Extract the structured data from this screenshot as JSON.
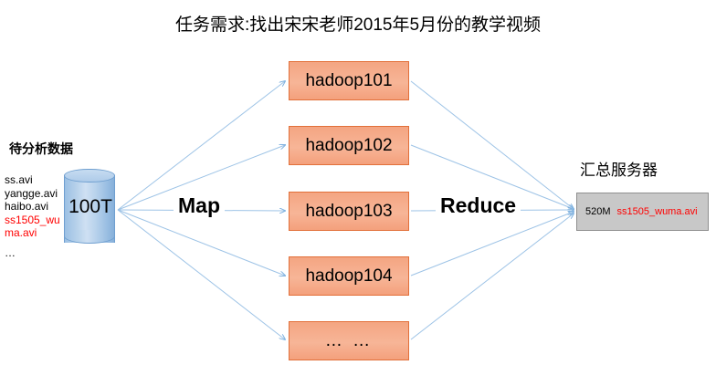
{
  "title": "任务需求:找出宋宋老师2015年5月份的教学视频",
  "source": {
    "label": "待分析数据",
    "files": [
      {
        "name": "ss.avi",
        "highlight": false
      },
      {
        "name": "yangge.avi",
        "highlight": false
      },
      {
        "name": "haibo.avi",
        "highlight": false
      },
      {
        "name": "ss1505_wuma.avi",
        "highlight": true
      }
    ],
    "ellipsis": "…",
    "storage_size": "100T"
  },
  "stages": {
    "map_label": "Map",
    "reduce_label": "Reduce"
  },
  "nodes": [
    {
      "label": "hadoop101"
    },
    {
      "label": "hadoop102"
    },
    {
      "label": "hadoop103"
    },
    {
      "label": "hadoop104"
    },
    {
      "label": "… …"
    }
  ],
  "result": {
    "label": "汇总服务器",
    "size": "520M",
    "file": "ss1505_wuma.avi"
  },
  "colors": {
    "node_fill": "#f4a582",
    "node_border": "#e2703a",
    "cylinder_fill": "#b5d0ea",
    "cylinder_border": "#6f9fd0",
    "connector": "#9dc3e6",
    "result_fill": "#c8c8c8",
    "result_border": "#8f8f8f",
    "highlight_text": "#ff0000",
    "text": "#000000"
  }
}
